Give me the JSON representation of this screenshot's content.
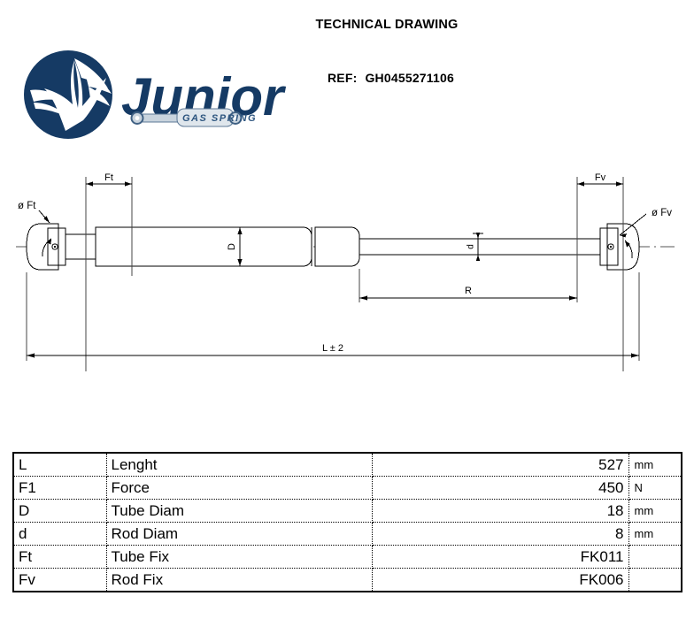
{
  "header": {
    "title": "TECHNICAL DRAWING",
    "ref_label": "REF:",
    "ref_value": "GH0455271106"
  },
  "logo": {
    "brand": "Junior",
    "tagline": "GAS SPRING",
    "color_dark": "#153a64",
    "color_mid": "#1b4a7e",
    "color_light": "#c9d4de"
  },
  "drawing": {
    "labels": {
      "tube_fix_len": "Ft",
      "tube_fix_diam": "ø Ft",
      "rod_fix_len": "Fv",
      "rod_fix_diam": "ø Fv",
      "tube_diam": "D",
      "rod_diam": "d",
      "stroke": "R",
      "overall_length": "L ± 2"
    },
    "line_color": "#000000"
  },
  "table": {
    "columns": [
      "symbol",
      "name",
      "value",
      "unit"
    ],
    "rows": [
      {
        "symbol": "L",
        "name": "Lenght",
        "value": "527",
        "unit": "mm"
      },
      {
        "symbol": "F1",
        "name": "Force",
        "value": "450",
        "unit": "N"
      },
      {
        "symbol": "D",
        "name": "Tube Diam",
        "value": "18",
        "unit": "mm"
      },
      {
        "symbol": "d",
        "name": "Rod Diam",
        "value": "8",
        "unit": "mm"
      },
      {
        "symbol": "Ft",
        "name": "Tube Fix",
        "value": "FK011",
        "unit": ""
      },
      {
        "symbol": "Fv",
        "name": "Rod Fix",
        "value": "FK006",
        "unit": ""
      }
    ]
  }
}
